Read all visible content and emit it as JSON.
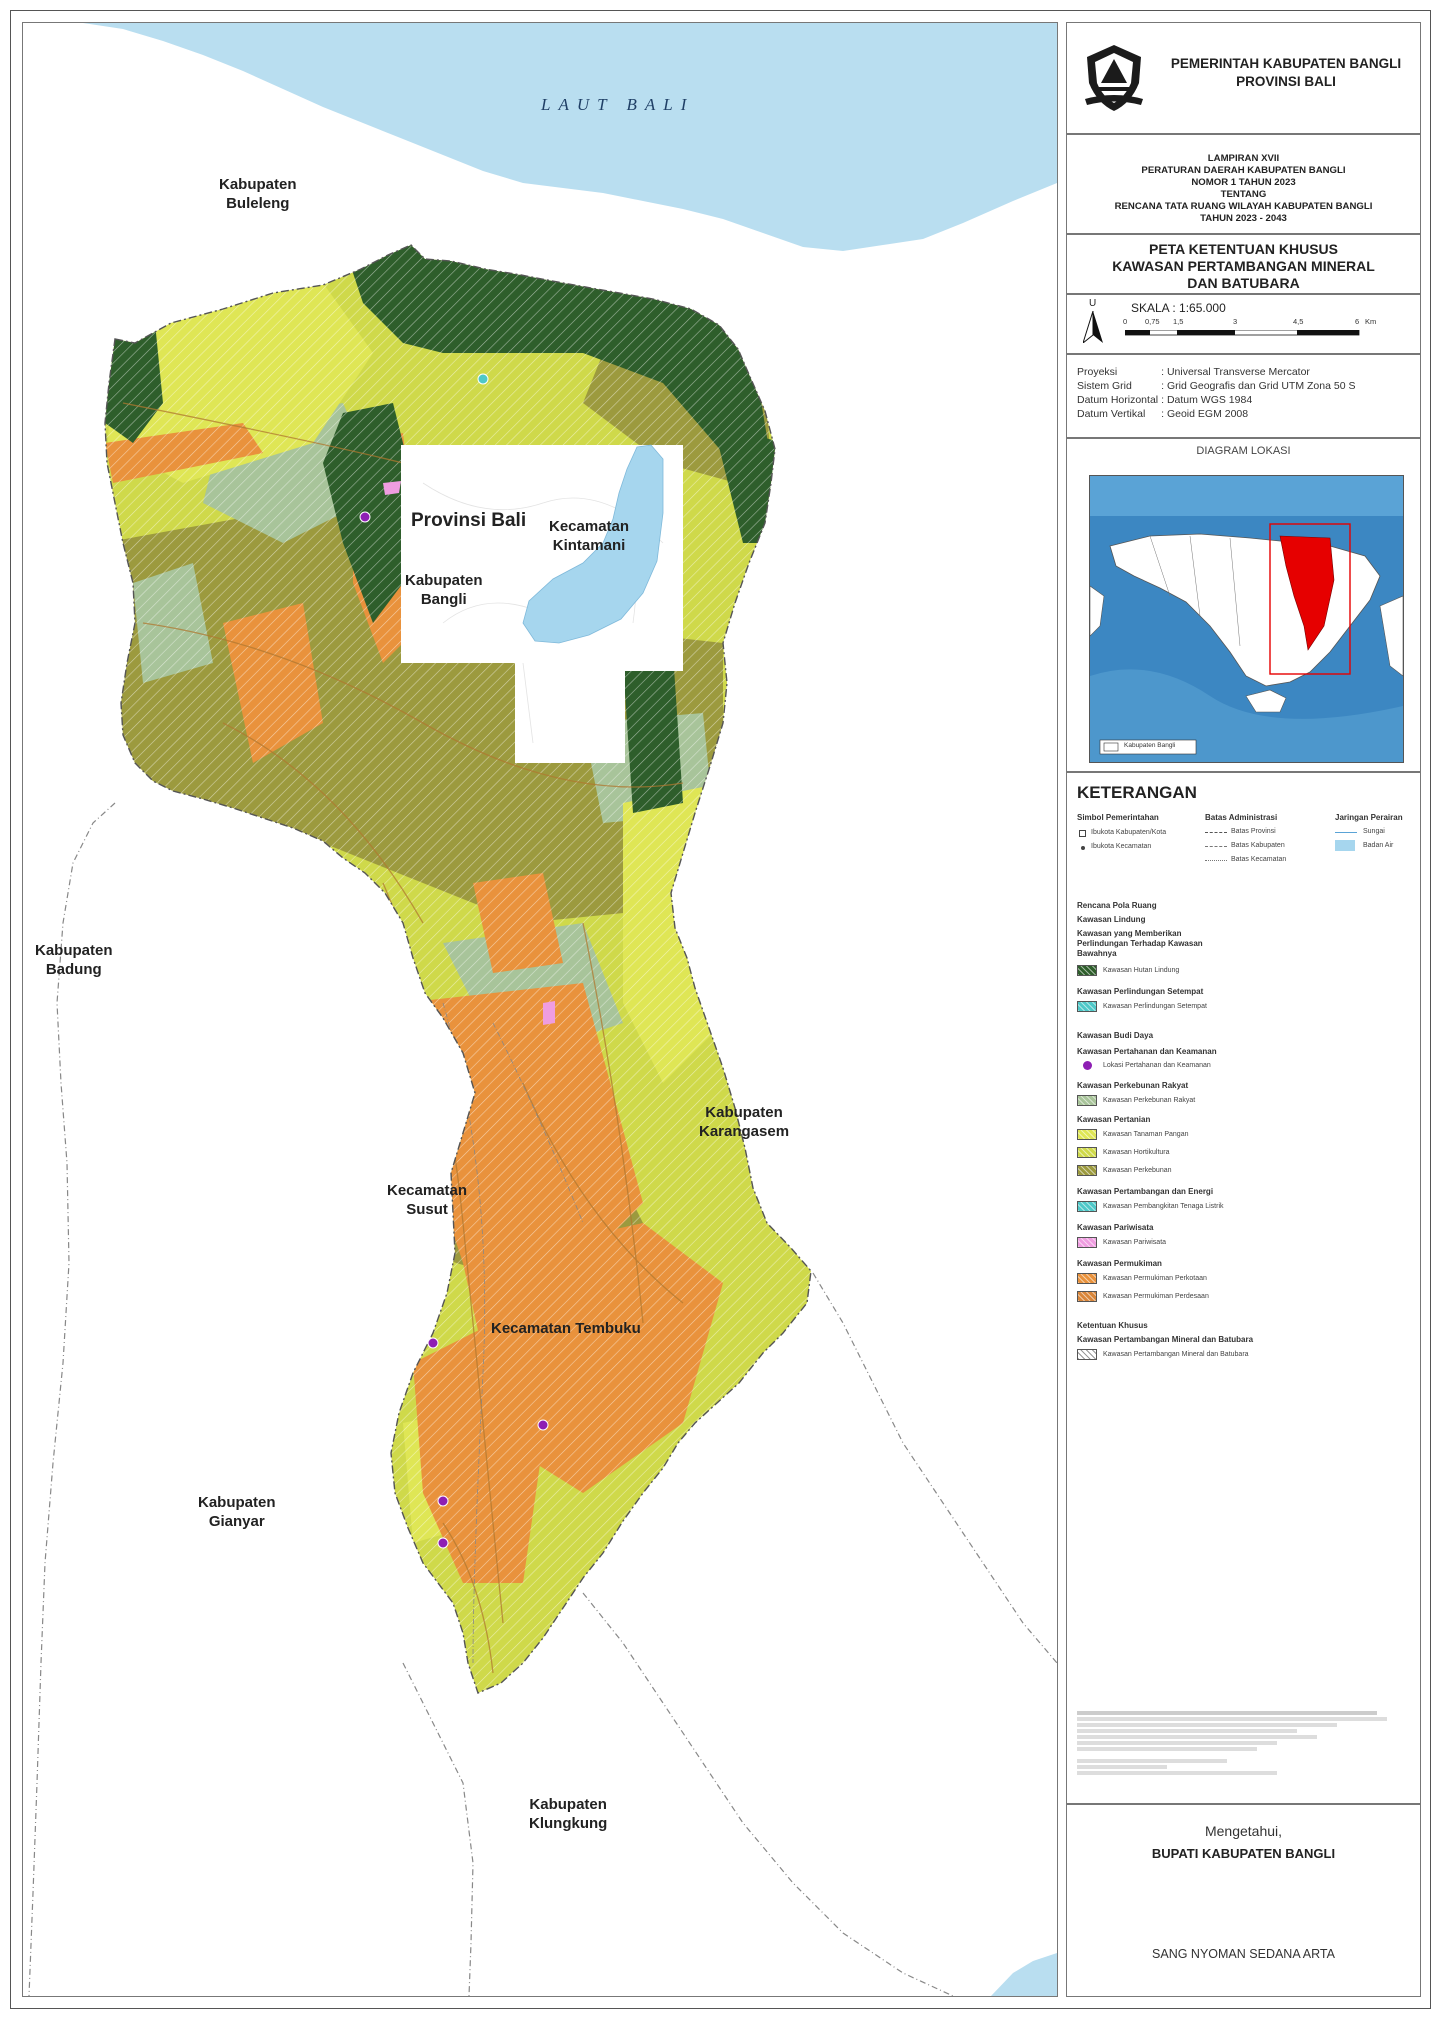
{
  "map": {
    "sea_label": "LAUT  BALI",
    "labels": {
      "buleleng": [
        "Kabupaten",
        "Buleleng"
      ],
      "badung": [
        "Kabupaten",
        "Badung"
      ],
      "gianyar": [
        "Kabupaten",
        "Gianyar"
      ],
      "karangasem": [
        "Kabupaten",
        "Karangasem"
      ],
      "klungkung": [
        "Kabupaten",
        "Klungkung"
      ],
      "provinsi": "Provinsi Bali",
      "bangli": [
        "Kabupaten",
        "Bangli"
      ],
      "kintamani": [
        "Kecamatan",
        "Kintamani"
      ],
      "susut": [
        "Kecamatan",
        "Susut"
      ],
      "tembuku": "Kecamatan Tembuku"
    },
    "colors": {
      "sea": "#b9def0",
      "lake": "#a6d6ee",
      "forest": "#2e5e2b",
      "olive": "#9c9a3e",
      "yellow": "#d8e24c",
      "orange": "#e9923c",
      "sage": "#a8c49a",
      "mining": "#ffffff"
    }
  },
  "header": {
    "gov_line1": "PEMERINTAH KABUPATEN BANGLI",
    "gov_line2": "PROVINSI BALI",
    "logo_icon": "bangli-regency-emblem"
  },
  "lampiran": {
    "lines": [
      "LAMPIRAN XVII",
      "PERATURAN DAERAH KABUPATEN BANGLI",
      "NOMOR 1 TAHUN 2023",
      "TENTANG",
      "RENCANA TATA RUANG WILAYAH KABUPATEN BANGLI",
      "TAHUN 2023 - 2043"
    ]
  },
  "map_title": {
    "lines": [
      "PETA KETENTUAN KHUSUS",
      "KAWASAN PERTAMBANGAN MINERAL",
      "DAN BATUBARA"
    ]
  },
  "scale": {
    "north": "U",
    "label": "SKALA : 1:65.000",
    "ticks": [
      "0",
      "0,75",
      "1,5",
      "3",
      "4,5",
      "6"
    ],
    "unit": "Km",
    "north_icon": "north-arrow-icon"
  },
  "projection": {
    "rows": [
      {
        "k": "Proyeksi",
        "v": ": Universal Transverse Mercator"
      },
      {
        "k": "Sistem Grid",
        "v": ": Grid Geografis dan Grid UTM Zona 50 S"
      },
      {
        "k": "Datum Horizontal",
        "v": ": Datum WGS 1984"
      },
      {
        "k": "Datum Vertikal",
        "v": ": Geoid EGM 2008"
      }
    ]
  },
  "diagram": {
    "title": "DIAGRAM LOKASI",
    "legend": "Kabupaten Bangli"
  },
  "legend": {
    "title": "KETERANGAN",
    "batas": {
      "h1": "Simbol Pemerintahan",
      "i1a": "Ibukota Kabupaten/Kota",
      "i1b": "Ibukota Kecamatan",
      "h2": "Batas Administrasi",
      "i2a": "Batas Provinsi",
      "i2b": "Batas Kabupaten",
      "i2c": "Batas Kecamatan",
      "h3": "Jaringan Perairan",
      "i3a": "Sungai",
      "i3b": "Badan Air"
    },
    "rpr": "Rencana Pola Ruang",
    "lindung": "Kawasan Lindung",
    "lindung_sub": [
      "Kawasan yang Memberikan",
      "Perlindungan Terhadap Kawasan",
      "Bawahnya"
    ],
    "hutan": "Kawasan Hutan Lindung",
    "setempat_h": "Kawasan Perlindungan Setempat",
    "setempat": "Kawasan Perlindungan Setempat",
    "budidaya": "Kawasan Budi Daya",
    "pertahanan_h": "Kawasan Pertahanan dan Keamanan",
    "pertahanan": "Lokasi Pertahanan dan Keamanan",
    "rakyat_h": "Kawasan Perkebunan Rakyat",
    "rakyat": "Kawasan Perkebunan Rakyat",
    "pertanian_h": "Kawasan Pertanian",
    "pangan": "Kawasan Tanaman Pangan",
    "hortikultura": "Kawasan Hortikultura",
    "perkebunan": "Kawasan Perkebunan",
    "energi_h": "Kawasan Pertambangan dan Energi",
    "energi": "Kawasan Pembangkitan Tenaga Listrik",
    "pariwisata_h": "Kawasan Pariwisata",
    "pariwisata": "Kawasan Pariwisata",
    "permukiman_h": "Kawasan Permukiman",
    "perkotaan": "Kawasan Permukiman Perkotaan",
    "perdesaan": "Kawasan Permukiman Perdesaan",
    "khusus_h": "Ketentuan Khusus",
    "khusus_sub": "Kawasan Pertambangan Mineral dan Batubara",
    "khusus": "Kawasan Pertambangan Mineral dan Batubara"
  },
  "sign": {
    "line1": "Mengetahui,",
    "line2": "BUPATI KABUPATEN BANGLI",
    "line3": "SANG NYOMAN SEDANA ARTA"
  }
}
